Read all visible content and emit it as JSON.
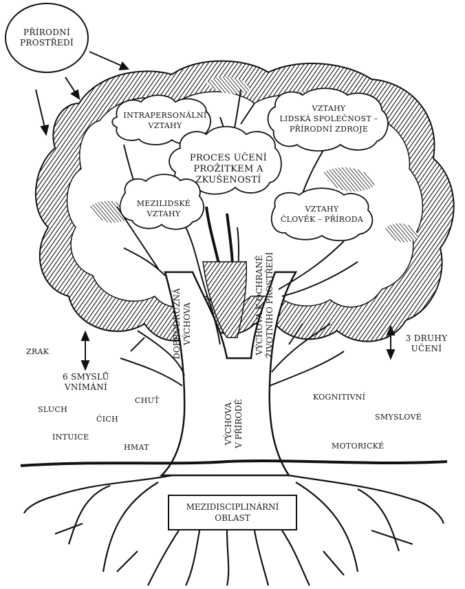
{
  "diagram": {
    "environment": [
      "PŘÍRODNÍ",
      "PROSTŘEDÍ"
    ],
    "clouds": {
      "intrapersonal": [
        "INTRAPERSONÁLNÍ",
        "VZTAHY"
      ],
      "society": [
        "VZTAHY",
        "LIDSKÁ SPOLEČNOST –",
        "PŘÍRODNÍ ZDROJE"
      ],
      "process": [
        "PROCES UČENÍ",
        "PROŽITKEM A",
        "ZKUŠENOSTÍ"
      ],
      "interpersonal": [
        "MEZILIDSKÉ",
        "VZTAHY"
      ],
      "human_nature": [
        "VZTAHY",
        "ČLOVĚK – PŘÍRODA"
      ]
    },
    "branches": {
      "adventure": [
        "DOBRODRUŽNÁ",
        "VÝCHOVA"
      ],
      "environmental": [
        "VÝCHOVA K OCHRANĚ",
        "ŽIVOTNÍHO PROSTŘEDÍ"
      ],
      "outdoor": [
        "VÝCHOVA",
        "V PŘÍRODĚ"
      ]
    },
    "senses": {
      "title": [
        "6 SMYSLŮ",
        "VNÍMÁNÍ"
      ],
      "items": [
        "ZRAK",
        "CHUŤ",
        "SLUCH",
        "ČICH",
        "INTUICE",
        "HMAT"
      ]
    },
    "learning": {
      "title": [
        "3 DRUHY",
        "UČENÍ"
      ],
      "items": [
        "KOGNITIVNÍ",
        "SMYSLOVÉ",
        "MOTORICKÉ"
      ]
    },
    "root": [
      "MEZIDISCIPLINÁRNÍ",
      "OBLAST"
    ]
  },
  "colors": {
    "ink": "#111111",
    "paper": "#ffffff"
  }
}
